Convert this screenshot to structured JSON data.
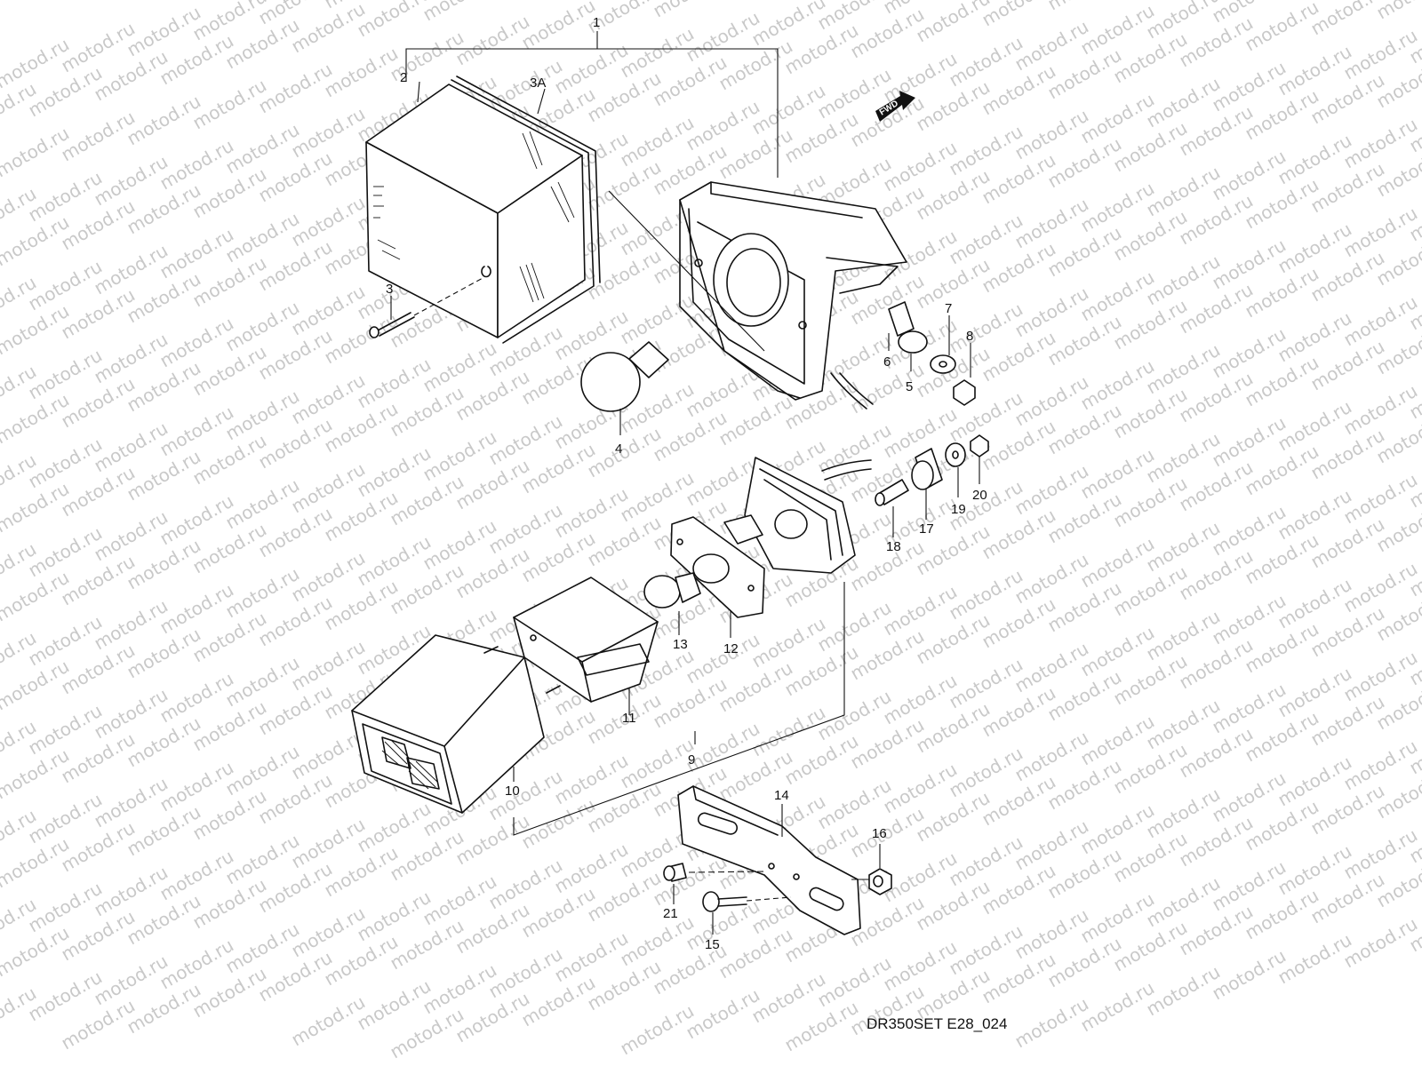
{
  "watermark": "motod.ru",
  "figure_code": "DR350SET E28_024",
  "fwd_label": "FWD",
  "callouts": {
    "p1": "1",
    "p2": "2",
    "p3": "3",
    "p3a": "3A",
    "p4": "4",
    "p5": "5",
    "p6": "6",
    "p7": "7",
    "p8": "8",
    "p9": "9",
    "p10": "10",
    "p11": "11",
    "p12": "12",
    "p13": "13",
    "p14": "14",
    "p15": "15",
    "p16": "16",
    "p17": "17",
    "p18": "18",
    "p19": "19",
    "p20": "20",
    "p21": "21"
  },
  "colors": {
    "line": "#111111",
    "watermark": "#c9c9c9",
    "background": "#ffffff"
  }
}
